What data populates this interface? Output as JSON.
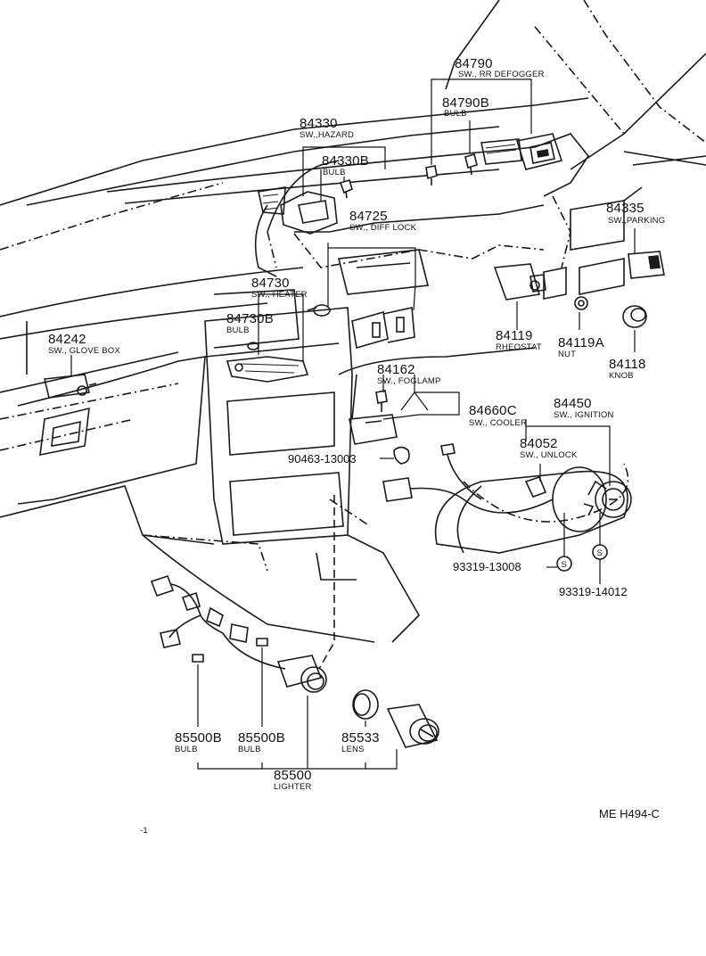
{
  "diagram_code": "ME H494-C",
  "stray_mark": "-1",
  "screw_symbol": "S",
  "parts": {
    "p84790": {
      "number": "84790",
      "desc": "SW., RR DEFOGGER"
    },
    "p84790B": {
      "number": "84790B",
      "desc": "BULB"
    },
    "p84330": {
      "number": "84330",
      "desc": "SW.,HAZARD"
    },
    "p84330B": {
      "number": "84330B",
      "desc": "BULB"
    },
    "p84725": {
      "number": "84725",
      "desc": "SW., DIFF LOCK"
    },
    "p84335": {
      "number": "84335",
      "desc": "SW.,PARKING"
    },
    "p84730": {
      "number": "84730",
      "desc": "SW., HEATER"
    },
    "p84730B": {
      "number": "84730B",
      "desc": "BULB"
    },
    "p84242": {
      "number": "84242",
      "desc": "SW., GLOVE BOX"
    },
    "p84119": {
      "number": "84119",
      "desc": "RHEOSTAT"
    },
    "p84119A": {
      "number": "84119A",
      "desc": "NUT"
    },
    "p84118": {
      "number": "84118",
      "desc": "KNOB"
    },
    "p84162": {
      "number": "84162",
      "desc": "SW., FOGLAMP"
    },
    "p84660C": {
      "number": "84660C",
      "desc": "SW., COOLER"
    },
    "p84450": {
      "number": "84450",
      "desc": "SW., IGNITION"
    },
    "p84052": {
      "number": "84052",
      "desc": "SW., UNLOCK"
    },
    "p90463": {
      "number": "90463-13003"
    },
    "p93319a": {
      "number": "93319-13008"
    },
    "p93319b": {
      "number": "93319-14012"
    },
    "p85500B1": {
      "number": "85500B",
      "desc": "BULB"
    },
    "p85500B2": {
      "number": "85500B",
      "desc": "BULB"
    },
    "p85533": {
      "number": "85533",
      "desc": "LENS"
    },
    "p85500": {
      "number": "85500",
      "desc": "LIGHTER"
    }
  }
}
